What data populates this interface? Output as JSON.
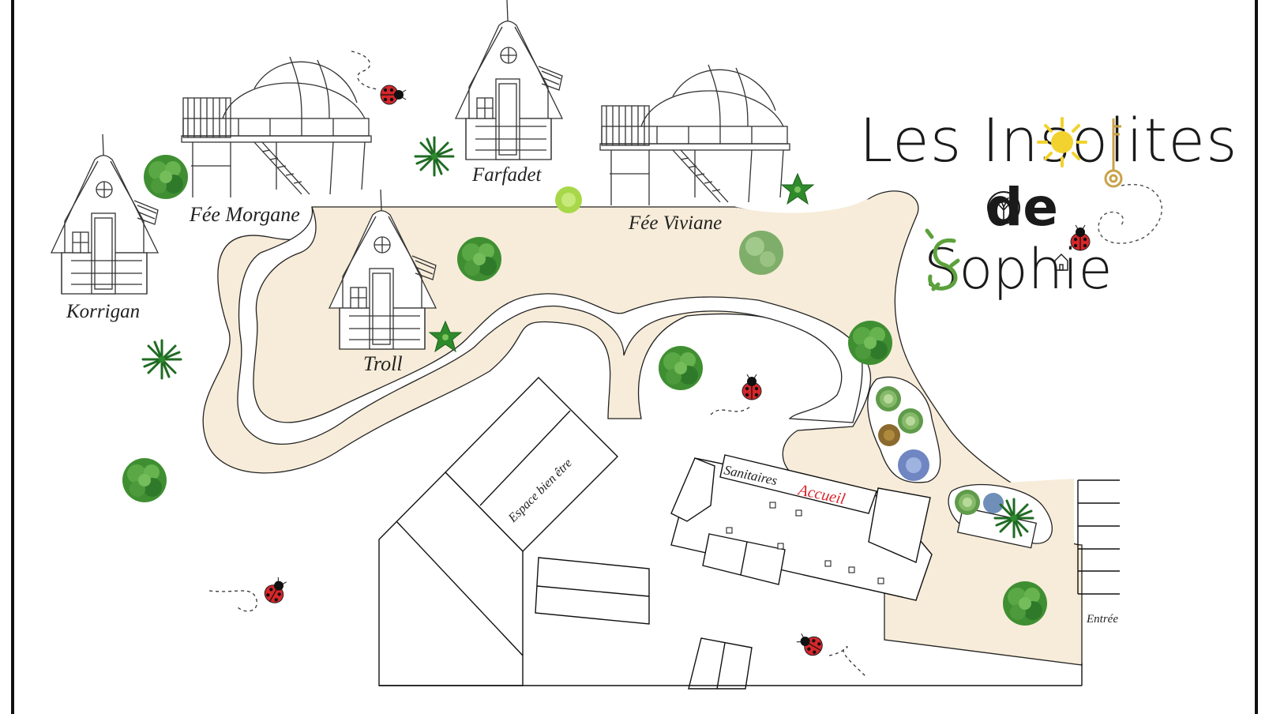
{
  "logo": {
    "line1": "Les Insolites",
    "line2": "de",
    "line3": "Sophie",
    "colors": {
      "text": "#1a1a1a",
      "sun": "#f2d22e",
      "key": "#c9a24a",
      "vine": "#5ca13c"
    }
  },
  "cabins": [
    {
      "id": "korrigan",
      "label": "Korrigan"
    },
    {
      "id": "fee-morgane",
      "label": "Fée Morgane"
    },
    {
      "id": "troll",
      "label": "Troll"
    },
    {
      "id": "farfadet",
      "label": "Farfadet"
    },
    {
      "id": "fee-viviane",
      "label": "Fée Viviane"
    }
  ],
  "buildings": {
    "spa": "Espace bien être",
    "sanitaires": "Sanitaires",
    "accueil": "Accueil",
    "entree": "Entrée"
  },
  "colors": {
    "path": "#f7ecd9",
    "accueil": "#d9262c",
    "ladybug": "#d8262a",
    "plant_dark": "#2f7a2a",
    "plant_light": "#a8d84a"
  },
  "icons": [
    "ladybug-icon",
    "shrub-icon",
    "spiky-plant-icon",
    "succulent-icon",
    "sun-icon",
    "key-icon",
    "tree-icon",
    "vine-icon"
  ]
}
